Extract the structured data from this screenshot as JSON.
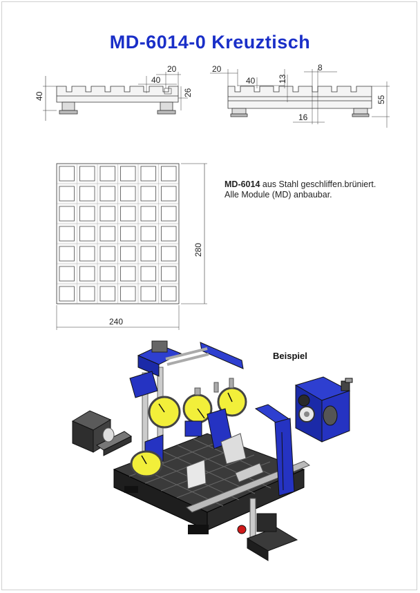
{
  "title": "MD-6014-0  Kreuztisch",
  "description": {
    "model": "MD-6014",
    "line1": " aus Stahl geschliffen.brüniert.",
    "line2": "Alle Module (MD) anbaubar."
  },
  "example_label": "Beispiel",
  "dimensions": {
    "front_view": {
      "height": "40",
      "slot_spacing": "40",
      "slot_width": "20",
      "slot_depth": "26"
    },
    "side_view": {
      "edge_offset": "20",
      "slot_spacing": "40",
      "slot_depth": "13",
      "slot_width": "8",
      "height": "55",
      "offset": "16"
    },
    "top_view": {
      "length": "280",
      "width": "240"
    }
  }
}
